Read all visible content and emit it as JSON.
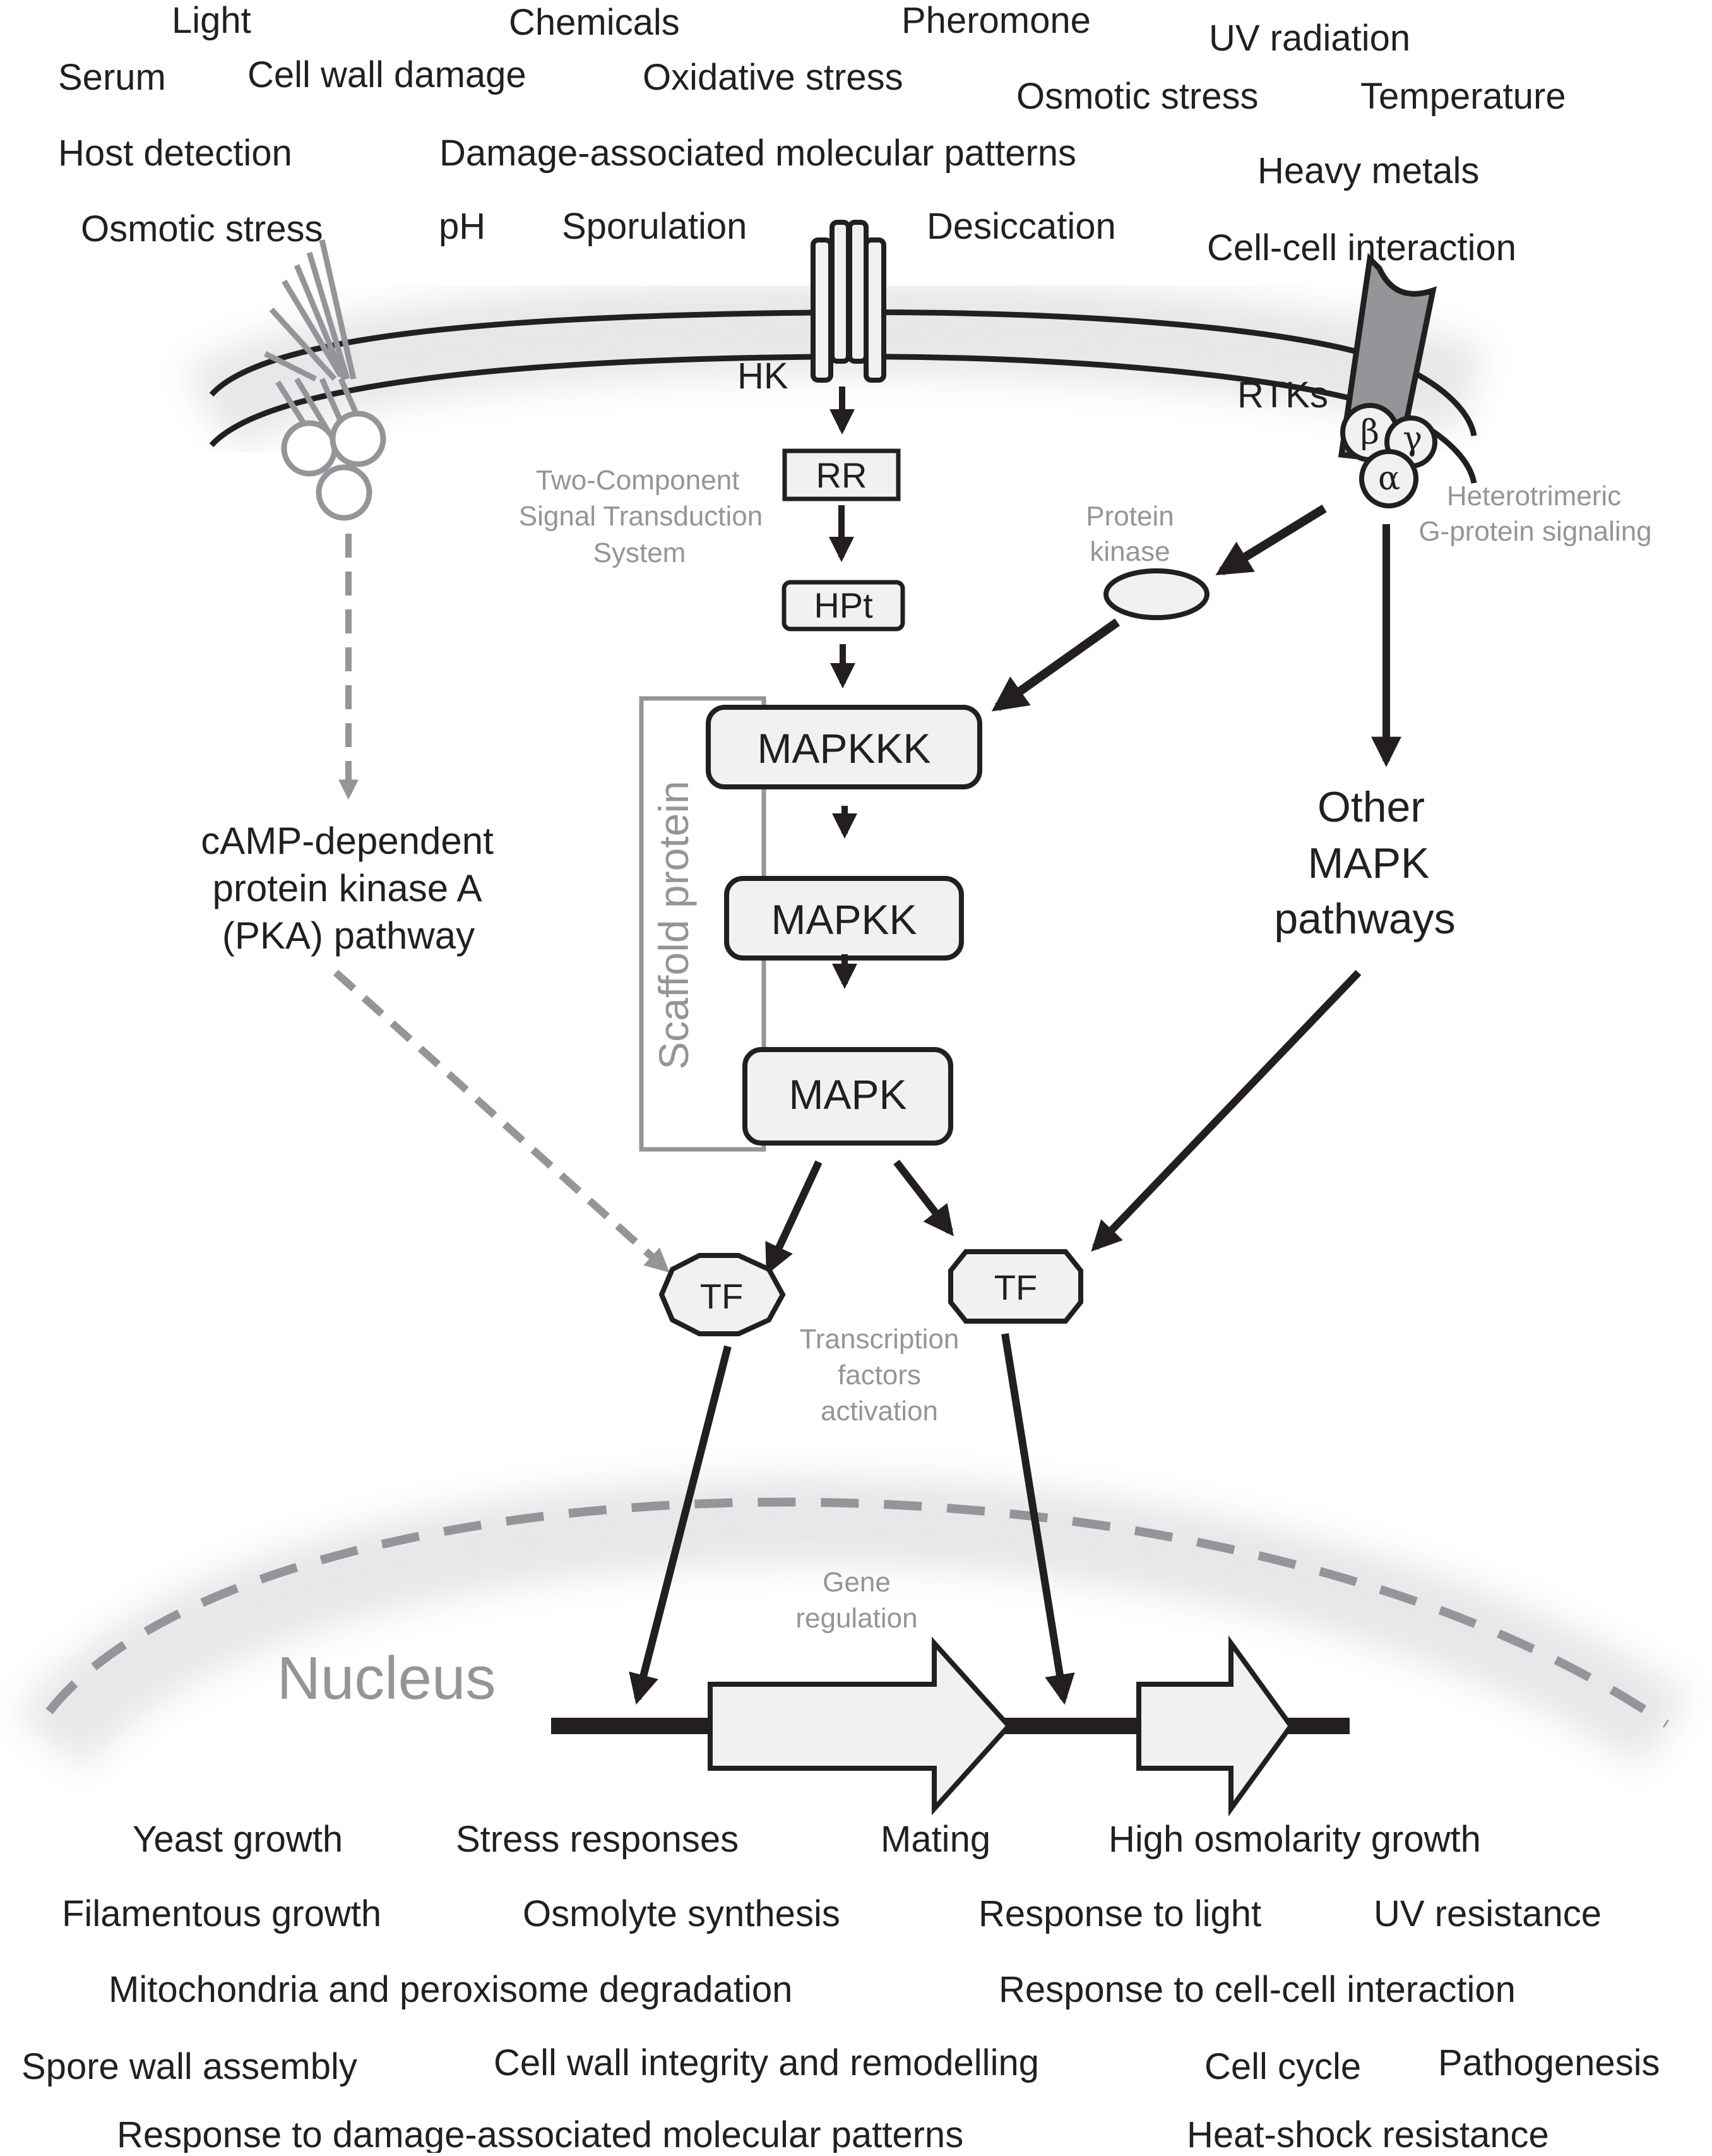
{
  "stimuli": [
    "Light",
    "Chemicals",
    "Pheromone",
    "UV radiation",
    "Serum",
    "Cell wall damage",
    "Oxidative stress",
    "Osmotic stress",
    "Temperature",
    "Host detection",
    "Damage-associated molecular patterns",
    "Heavy metals",
    "Osmotic stress",
    "pH",
    "Sporulation",
    "Desiccation",
    "Cell-cell interaction"
  ],
  "receptors": {
    "hk": "HK",
    "rtks": "RTKs",
    "g_beta": "β",
    "g_gamma": "γ",
    "g_alpha": "α"
  },
  "two_component": {
    "rr": "RR",
    "hpt": "HPt",
    "label_lines": [
      "Two-Component",
      "Signal Transduction",
      "System"
    ]
  },
  "g_protein_label": [
    "Heterotrimeric",
    "G-protein signaling"
  ],
  "protein_kinase_label": [
    "Protein",
    "kinase"
  ],
  "cascade": {
    "mapkkk": "MAPKKK",
    "mapkk": "MAPKK",
    "mapk": "MAPK",
    "scaffold": "Scaffold protein"
  },
  "pka_pathway": [
    "cAMP-dependent",
    "protein kinase A",
    "(PKA) pathway"
  ],
  "other_mapk": [
    "Other",
    "MAPK",
    "pathways"
  ],
  "tf": {
    "left": "TF",
    "right": "TF"
  },
  "tf_activation_label": [
    "Transcription",
    "factors",
    "activation"
  ],
  "gene_regulation_label": [
    "Gene",
    "regulation"
  ],
  "nucleus_label": "Nucleus",
  "outputs": [
    "Yeast growth",
    "Stress responses",
    "Mating",
    "High osmolarity growth",
    "Filamentous growth",
    "Osmolyte synthesis",
    "Response to light",
    "UV resistance",
    "Mitochondria and peroxisome degradation",
    "Response to cell-cell interaction",
    "Spore wall assembly",
    "Cell wall integrity and remodelling",
    "Cell cycle",
    "Pathogenesis",
    "Response to damage-associated molecular patterns",
    "Heat-shock resistance"
  ],
  "colors": {
    "ink": "#231f20",
    "gray": "#939598",
    "box_fill": "#f0f2f1",
    "rtk_fill": "#939598",
    "shadow": "#e6e7e8"
  }
}
